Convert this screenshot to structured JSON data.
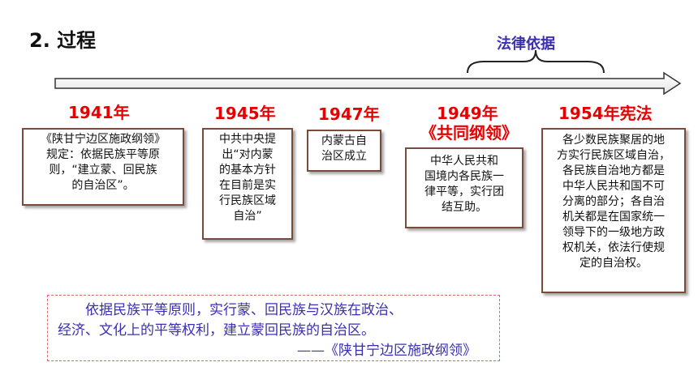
{
  "section_title": "2. 过程",
  "brace_label": "法律依据",
  "timeline": [
    {
      "year": "1941年",
      "subtitle": "",
      "lines": [
        "《陕甘宁边区施政纲领》",
        "规定：依据民族平等原",
        "则，“建立蒙、回民族",
        "的自治区”。"
      ]
    },
    {
      "year": "1945年",
      "subtitle": "",
      "lines": [
        "中共中央提",
        "出“对内蒙",
        "的基本方针",
        "在目前是实",
        "行民族区域",
        "自治”"
      ]
    },
    {
      "year": "1947年",
      "subtitle": "",
      "lines": [
        "内蒙古自",
        "治区成立"
      ]
    },
    {
      "year": "1949年",
      "subtitle": "《共同纲领》",
      "lines": [
        "中华人民共和",
        "国境内各民族一",
        "律平等，实行团",
        "结互助。"
      ]
    },
    {
      "year": "1954年宪法",
      "subtitle": "",
      "lines": [
        "各少数民族聚居的地",
        "方实行民族区域自治，",
        "各民族自治地方都是",
        "中华人民共和国不可",
        "分离的部分；各自治",
        "机关都是在国家统一",
        "领导下的一级地方政",
        "权机关，依法行使规",
        "定的自治权。"
      ]
    }
  ],
  "quote": {
    "line1": "依据民族平等原则，实行蒙、回民族与汉族在政治、",
    "line2": "经济、文化上的平等权利，建立蒙回民族的自治区。",
    "source": "——《陕甘宁边区施政纲领》"
  },
  "colors": {
    "year": "#e60000",
    "label": "#3a2fb0",
    "card_border": "#7a4a3a",
    "quote_border": "#d96a6a"
  }
}
